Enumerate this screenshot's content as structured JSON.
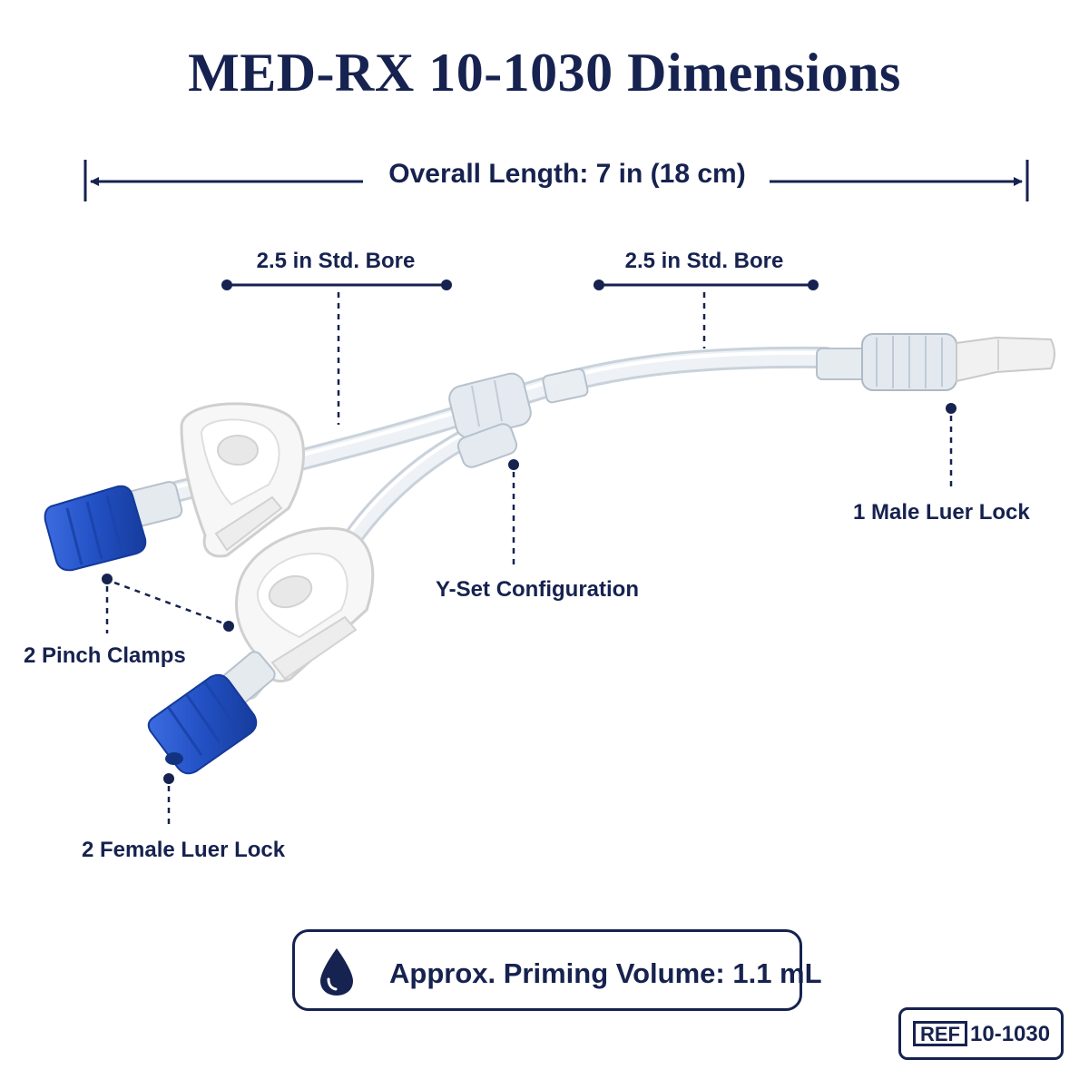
{
  "title": "MED-RX 10-1030 Dimensions",
  "dimensions": {
    "overall_length": "Overall Length: 7 in (18 cm)",
    "bore_left": "2.5 in Std. Bore",
    "bore_right": "2.5 in Std. Bore"
  },
  "callouts": {
    "male_luer": "1 Male Luer Lock",
    "y_set": "Y-Set Configuration",
    "pinch_clamps": "2 Pinch Clamps",
    "female_luer": "2 Female Luer Lock"
  },
  "priming": {
    "icon": "water-drop-icon",
    "text": "Approx. Priming Volume: 1.1 mL"
  },
  "reference": {
    "tag": "REF",
    "number": "10-1030"
  },
  "colors": {
    "navy": "#16224f",
    "cap_blue": "#2251c4",
    "tube": "#e9eef3",
    "clamp": "#f5f5f5"
  }
}
